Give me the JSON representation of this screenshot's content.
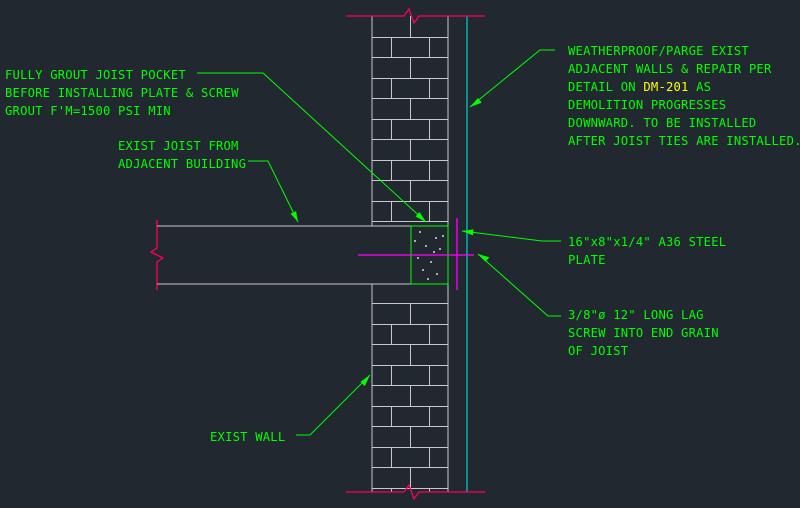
{
  "colors": {
    "background": "#212830",
    "annotation": "#00ff00",
    "structure": "#c8c8c8",
    "break_line": "#ff0055",
    "face_line": "#00d0d0",
    "fastener": "#ff00ff",
    "reference": "#ffff00",
    "grout_fill": "#d8d8d8"
  },
  "notes": {
    "grout": {
      "lines": [
        "FULLY GROUT JOIST POCKET",
        "BEFORE INSTALLING PLATE & SCREW",
        "GROUT F'M=1500 PSI MIN"
      ]
    },
    "joist": {
      "lines": [
        "EXIST JOIST FROM",
        "ADJACENT BUILDING"
      ]
    },
    "wall": {
      "lines": [
        "EXIST WALL"
      ]
    },
    "weatherproof": {
      "line1": "WEATHERPROOF/PARGE EXIST",
      "line2": "ADJACENT WALLS & REPAIR PER",
      "line3_prefix": "DETAIL ON ",
      "line3_ref": "DM-201",
      "line3_suffix": " AS",
      "line4": "DEMOLITION PROGRESSES",
      "line5": "DOWNWARD. TO BE INSTALLED",
      "line6": "AFTER JOIST TIES ARE INSTALLED."
    },
    "plate": {
      "lines": [
        "16\"x8\"x1/4\" A36 STEEL",
        "PLATE"
      ]
    },
    "screw": {
      "lines": [
        "3/8\"ø 12\" LONG LAG",
        "SCREW INTO END GRAIN",
        "OF JOIST"
      ]
    }
  }
}
